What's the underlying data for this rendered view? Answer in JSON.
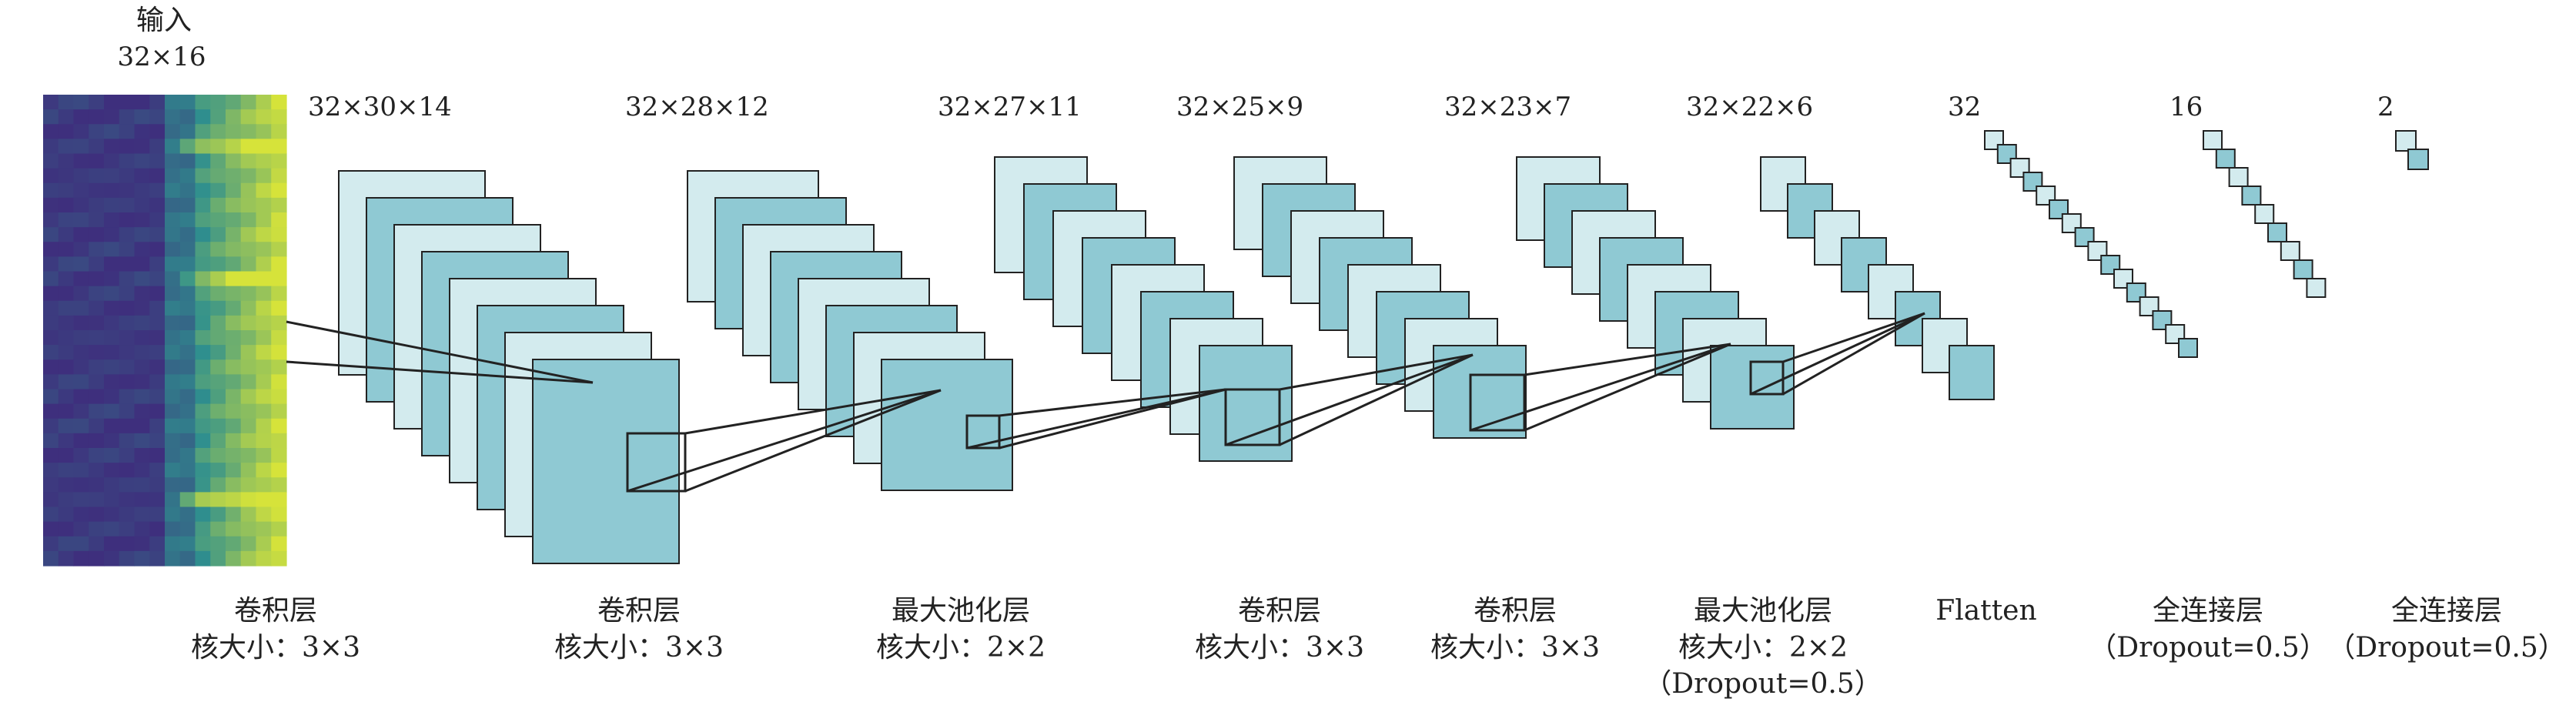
{
  "input": {
    "title": "输入",
    "dims": "32×16"
  },
  "dims": {
    "conv1": "32×30×14",
    "conv2": "32×28×12",
    "pool1": "32×27×11",
    "conv3": "32×25×9",
    "conv4": "32×23×7",
    "pool2": "32×22×6",
    "flatten": "32",
    "fc1": "16",
    "fc2": "2"
  },
  "captions": {
    "conv1": {
      "line1": "卷积层",
      "line2": "核大小：3×3"
    },
    "conv2": {
      "line1": "卷积层",
      "line2": "核大小：3×3"
    },
    "pool1": {
      "line1": "最大池化层",
      "line2": "核大小：2×2"
    },
    "conv3": {
      "line1": "卷积层",
      "line2": "核大小：3×3"
    },
    "conv4": {
      "line1": "卷积层",
      "line2": "核大小：3×3"
    },
    "pool2": {
      "line1": "最大池化层",
      "line2": "核大小：2×2",
      "line3": "（Dropout=0.5）"
    },
    "flatten": {
      "line1": "Flatten"
    },
    "fc1": {
      "line1": "全连接层",
      "line2": "（Dropout=0.5）"
    },
    "fc2": {
      "line1": "全连接层",
      "line2": "（Dropout=0.5）"
    }
  },
  "colors": {
    "light": "#d3ebee",
    "dark": "#8fc9d3",
    "stroke": "#222222",
    "input_low": "#3e2f7d",
    "input_mid": "#2f8f8e",
    "input_high": "#d6e33a"
  }
}
